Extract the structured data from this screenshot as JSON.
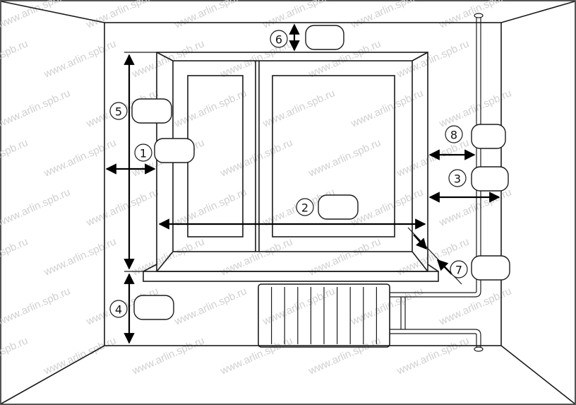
{
  "watermark": "www.arlin.spb.ru",
  "callouts": [
    {
      "id": "1",
      "label": "1"
    },
    {
      "id": "2",
      "label": "2"
    },
    {
      "id": "3",
      "label": "3"
    },
    {
      "id": "4",
      "label": "4"
    },
    {
      "id": "5",
      "label": "5"
    },
    {
      "id": "6",
      "label": "6"
    },
    {
      "id": "7",
      "label": "7"
    },
    {
      "id": "8",
      "label": "8"
    }
  ],
  "colors": {
    "stroke": "#1a1a1a",
    "watermark": "#d0d0d0",
    "background": "#ffffff"
  }
}
